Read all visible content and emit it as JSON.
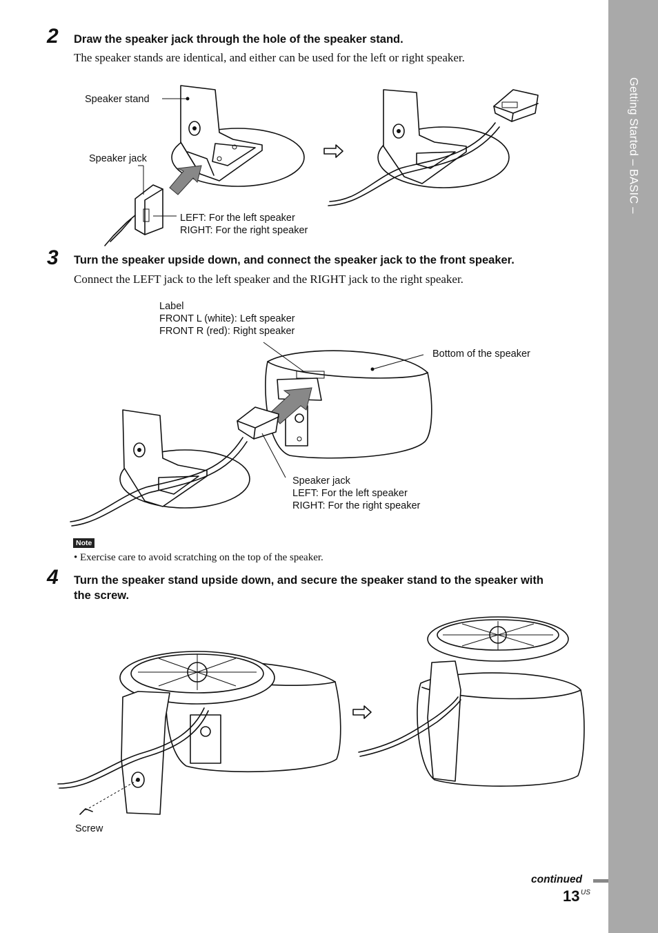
{
  "side_tab": "Getting Started – BASIC –",
  "steps": [
    {
      "number": "2",
      "heading": "Draw the speaker jack through the hole of the speaker stand.",
      "body": "The speaker stands are identical, and either can be used for the left or right speaker.",
      "labels": {
        "speaker_stand": "Speaker stand",
        "speaker_jack": "Speaker jack",
        "left_line": "LEFT: For the left speaker",
        "right_line": "RIGHT: For the right speaker"
      }
    },
    {
      "number": "3",
      "heading": "Turn the speaker upside down, and connect the speaker jack to the front speaker.",
      "body": "Connect the LEFT jack to the left speaker and the RIGHT jack to the right speaker.",
      "labels": {
        "label_title": "Label",
        "front_l": "FRONT L (white): Left speaker",
        "front_r": "FRONT R (red): Right speaker",
        "bottom": "Bottom of the speaker",
        "speaker_jack": "Speaker jack",
        "left_line": "LEFT: For the left speaker",
        "right_line": "RIGHT: For the right speaker"
      }
    },
    {
      "number": "4",
      "heading_line1": "Turn the speaker stand upside down, and secure the speaker stand to the speaker with",
      "heading_line2": "the screw.",
      "labels": {
        "screw": "Screw"
      }
    }
  ],
  "note": {
    "badge": "Note",
    "text": "• Exercise care to avoid scratching on the top of the speaker."
  },
  "footer": {
    "continued": "continued",
    "page_number": "13",
    "page_suffix": "US"
  }
}
